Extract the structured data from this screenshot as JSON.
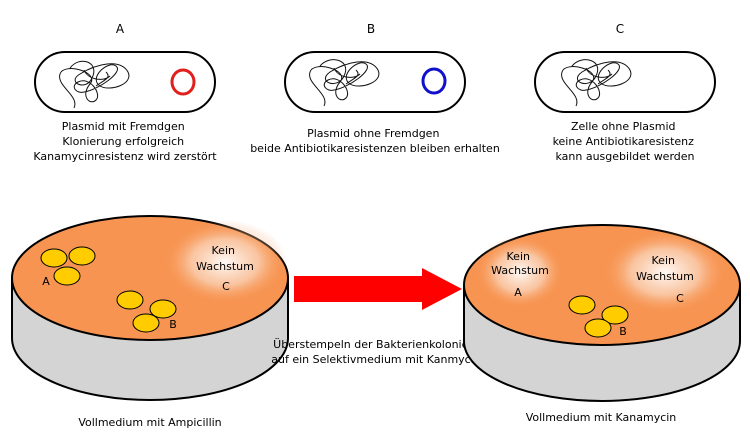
{
  "cells": [
    {
      "letter": "A",
      "plasmid_color": "#e0201c",
      "caption": [
        "Plasmid mit Fremdgen",
        "Klonierung erfolgreich",
        "Kanamycinresistenz wird zerstört"
      ]
    },
    {
      "letter": "B",
      "plasmid_color": "#1111cc",
      "caption": [
        "Plasmid ohne Fremdgen",
        "beide Antibiotikaresistenzen bleiben erhalten"
      ]
    },
    {
      "letter": "C",
      "plasmid_color": "",
      "caption": [
        "Zelle ohne Plasmid",
        "keine Antibiotikaresistenz",
        "kann ausgebildet werden"
      ]
    }
  ],
  "dish_left": {
    "no_growth": [
      "Kein",
      "Wachstum"
    ],
    "no_growth_letter": "C",
    "group_a_letter": "A",
    "group_b_letter": "B",
    "caption": "Vollmedium mit Ampicillin"
  },
  "dish_right": {
    "no_growth_a": [
      "Kein",
      "Wachstum"
    ],
    "no_growth_a_letter": "A",
    "no_growth_c": [
      "Kein",
      "Wachstum"
    ],
    "no_growth_c_letter": "C",
    "group_b_letter": "B",
    "caption": "Vollmedium mit Kanamycin"
  },
  "transfer_text": [
    "Überstempeln der Bakterienkolonien",
    "auf ein Selektivmedium mit Kanmycin"
  ],
  "colors": {
    "agar": "#f79451",
    "dish_side": "#d4d4d4",
    "colony": "#ffcc00",
    "arrow": "#ff0000"
  }
}
